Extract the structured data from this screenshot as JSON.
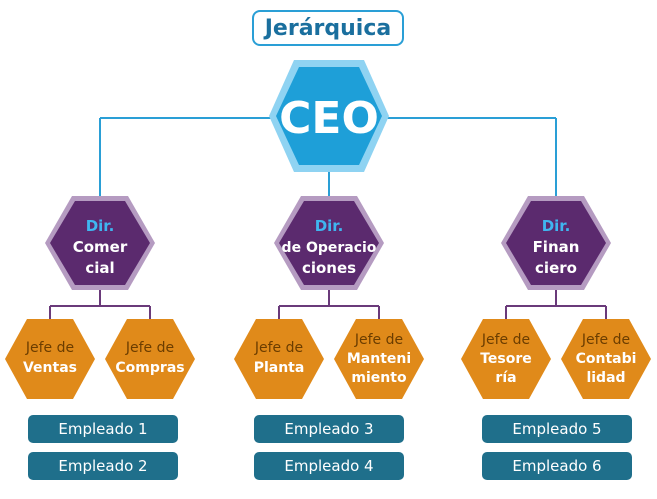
{
  "title": "Jerárquica",
  "ceo": {
    "label": "CEO"
  },
  "directors": [
    {
      "line1": "Dir.",
      "line2": "Comer",
      "line3": "cial"
    },
    {
      "line1": "Dir.",
      "line2": "de Operacio",
      "line3": "ciones"
    },
    {
      "line1": "Dir.",
      "line2": "Finan",
      "line3": "ciero"
    }
  ],
  "heads": [
    {
      "line1": "Jefe de",
      "line2": "Ventas",
      "line3": ""
    },
    {
      "line1": "Jefe de",
      "line2": "Compras",
      "line3": ""
    },
    {
      "line1": "Jefe de",
      "line2": "Planta",
      "line3": ""
    },
    {
      "line1": "Jefe de",
      "line2": "Manteni",
      "line3": "miento"
    },
    {
      "line1": "Jefe de",
      "line2": "Tesore",
      "line3": "ría"
    },
    {
      "line1": "Jefe de",
      "line2": "Contabi",
      "line3": "lidad"
    }
  ],
  "employees": [
    "Empleado 1",
    "Empleado 2",
    "Empleado 3",
    "Empleado 4",
    "Empleado 5",
    "Empleado 6"
  ],
  "colors": {
    "ceo_fill": "#1e9fd8",
    "ceo_border": "#8fd3f2",
    "director_fill": "#5b2a6e",
    "director_border": "#b59bc1",
    "head_fill": "#e08a1a",
    "head_label": "#6b3d00",
    "employee_fill": "#1f6f8b",
    "line": "#2a9fd6",
    "sub_line": "#6a3a7a"
  }
}
